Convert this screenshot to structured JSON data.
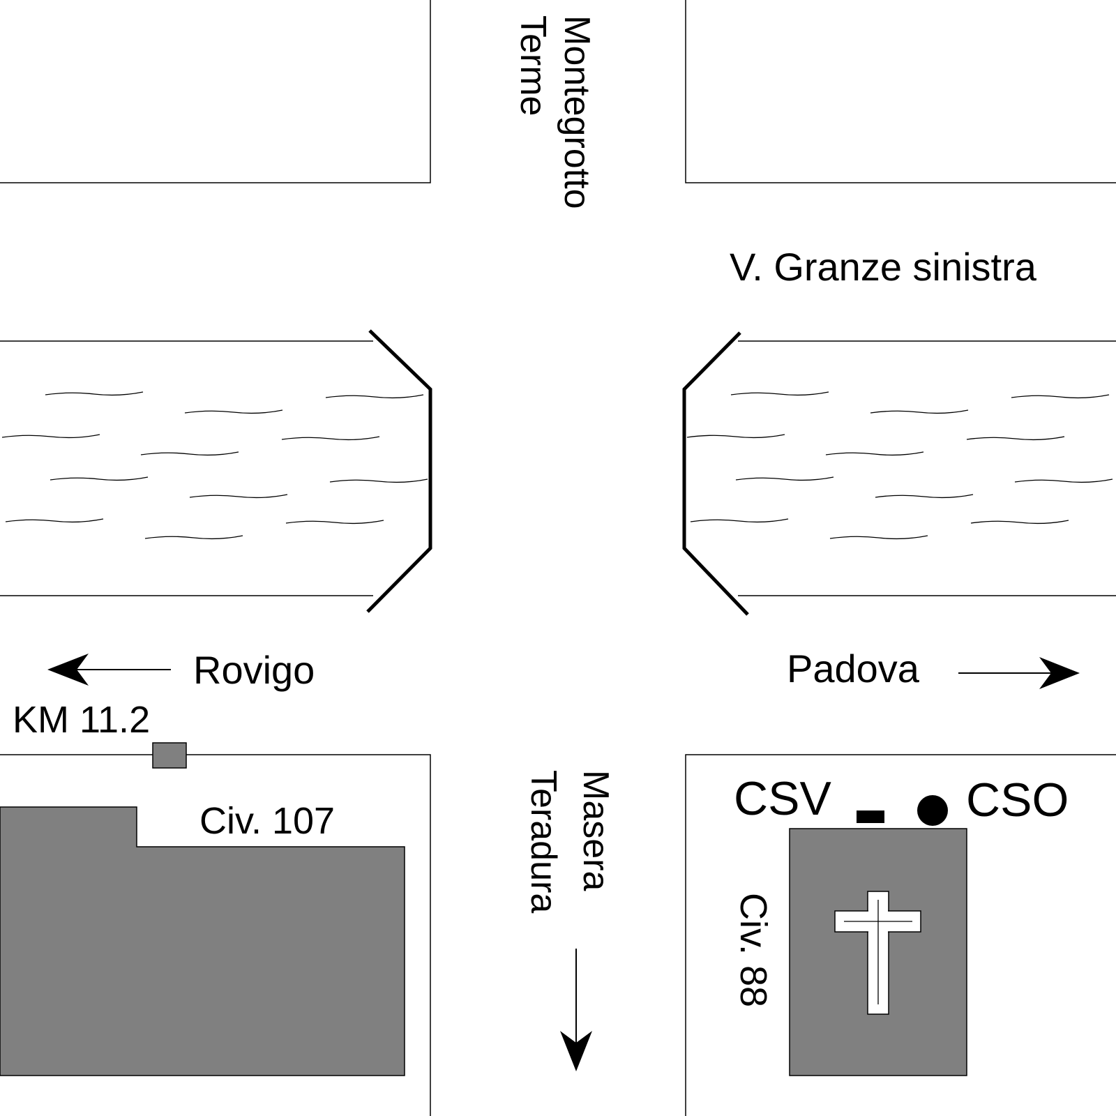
{
  "map": {
    "labels": {
      "north_road_line1": "Montegrotto",
      "north_road_line2": "Terme",
      "canal_name": "V. Granze sinistra",
      "west_direction": "Rovigo",
      "east_direction": "Padova",
      "km_marker": "KM 11.2",
      "south_road_line1": "Masera",
      "south_road_line2": "Teradura",
      "building_west_number": "Civ. 107",
      "building_east_number": "Civ. 88",
      "csv_point": "CSV",
      "cso_point": "CSO"
    },
    "colors": {
      "building_fill": "#808080",
      "line": "#000000",
      "background": "#ffffff",
      "cross_fill": "#ffffff"
    },
    "icons": {
      "church": "cross-icon",
      "csv_marker": "rectangle-marker-icon",
      "cso_marker": "dot-marker-icon",
      "km_marker": "milestone-icon"
    }
  }
}
